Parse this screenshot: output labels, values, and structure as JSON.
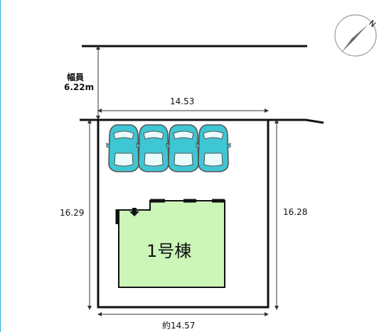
{
  "road": {
    "width_title": "幅員",
    "width_value": "6.22m"
  },
  "dimensions": {
    "top": "14.53",
    "left": "16.29",
    "right": "16.28",
    "bottom": "約14.57"
  },
  "building": {
    "label": "1号棟"
  },
  "parking": {
    "car_count": 4
  },
  "compass": {
    "north_label": "N"
  },
  "colors": {
    "building_fill": "#ccf5b8",
    "car_fill": "#3fc6d3",
    "car_outline": "#555555",
    "accent_edge": "#2ab3d6"
  }
}
